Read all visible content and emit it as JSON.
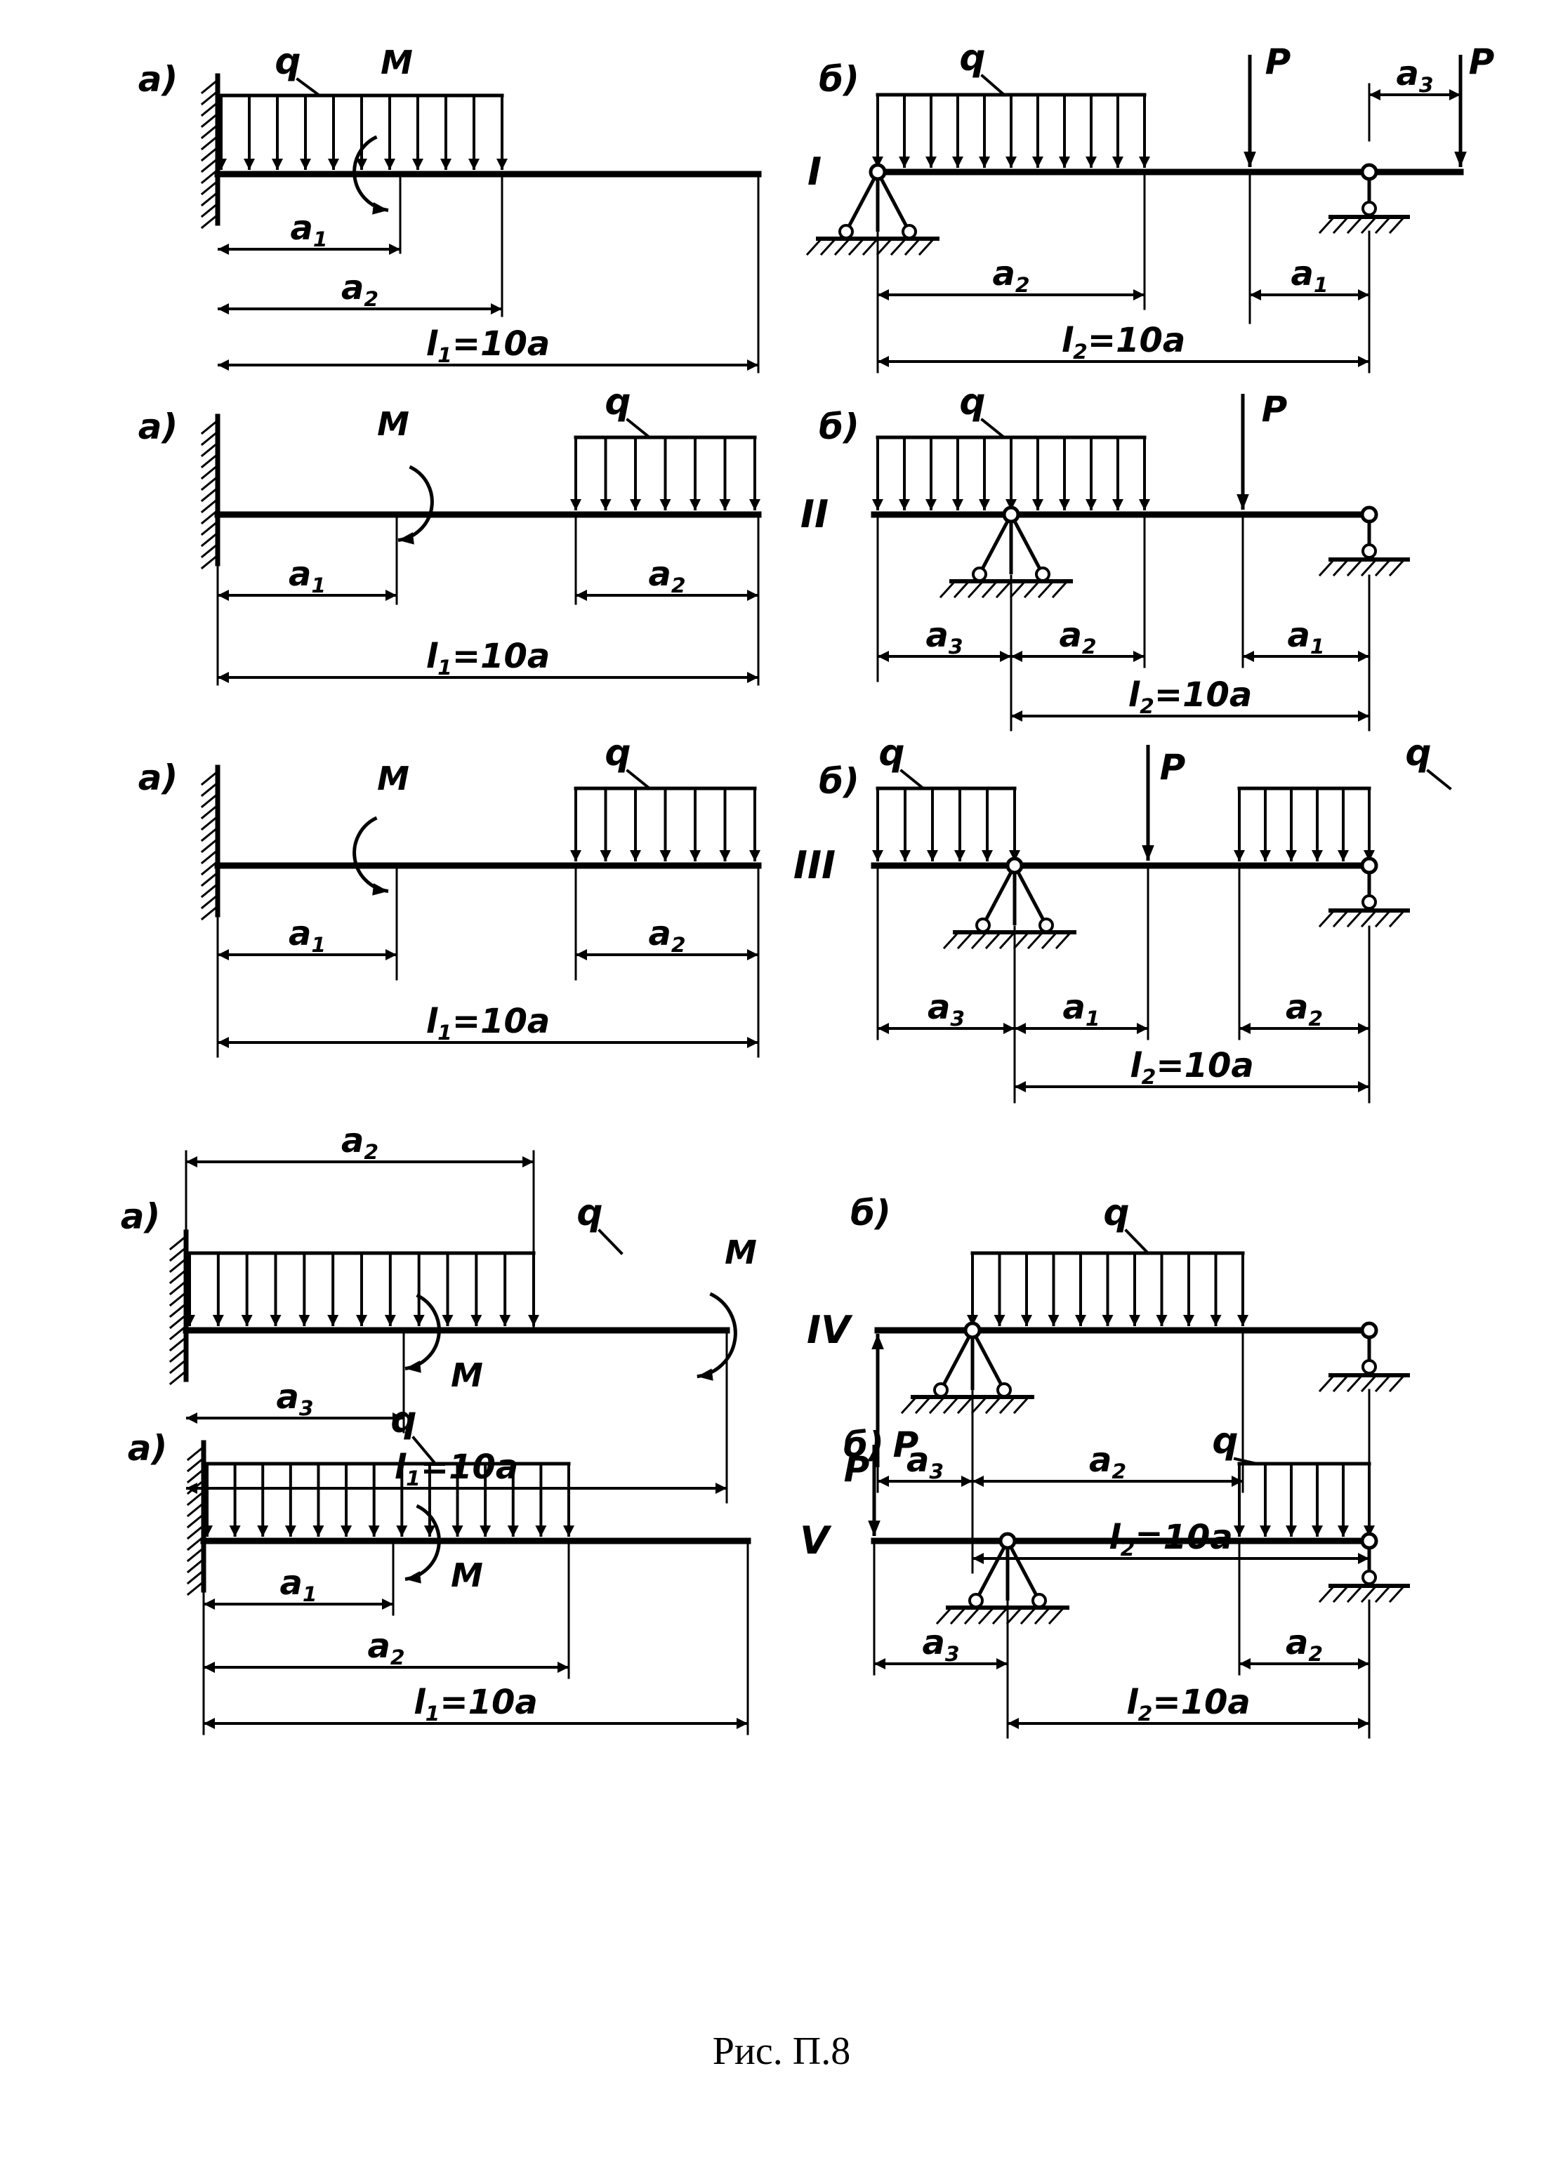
{
  "caption": "Рис. П.8",
  "rows": [
    {
      "roman": "I",
      "a": {
        "tag": "а)",
        "q": "q",
        "M": "M",
        "dims": [
          "a1",
          "a2",
          "l1=10a"
        ]
      },
      "b": {
        "tag": "б)",
        "q": "q",
        "P": "P",
        "dims": [
          "a2",
          "a1",
          "a3",
          "l2=10a"
        ]
      }
    },
    {
      "roman": "II",
      "a": {
        "tag": "а)",
        "q": "q",
        "M": "M",
        "dims": [
          "a1",
          "a2",
          "l1=10a"
        ]
      },
      "b": {
        "tag": "б)",
        "q": "q",
        "P": "P",
        "dims": [
          "a3",
          "a2",
          "a1",
          "l2=10a"
        ]
      }
    },
    {
      "roman": "III",
      "a": {
        "tag": "а)",
        "q": "q",
        "M": "M",
        "dims": [
          "a1",
          "a2",
          "l1=10a"
        ]
      },
      "b": {
        "tag": "б)",
        "q": "q",
        "P": "P",
        "dims": [
          "a3",
          "a1",
          "a2",
          "l2=10a"
        ]
      }
    },
    {
      "roman": "IV",
      "a": {
        "tag": "а)",
        "q": "q",
        "M": "M",
        "dims": [
          "a2",
          "a3",
          "l1=10a"
        ]
      },
      "b": {
        "tag": "б)",
        "q": "q",
        "P": "P",
        "dims": [
          "a3",
          "a2",
          "l2=10a"
        ]
      }
    },
    {
      "roman": "V",
      "a": {
        "tag": "а)",
        "q": "q",
        "M": "M",
        "dims": [
          "a1",
          "a2",
          "l1=10a"
        ]
      },
      "b": {
        "tag": "б)",
        "q": "q",
        "P": "P",
        "dims": [
          "a3",
          "a2",
          "l2=10a"
        ]
      }
    }
  ]
}
